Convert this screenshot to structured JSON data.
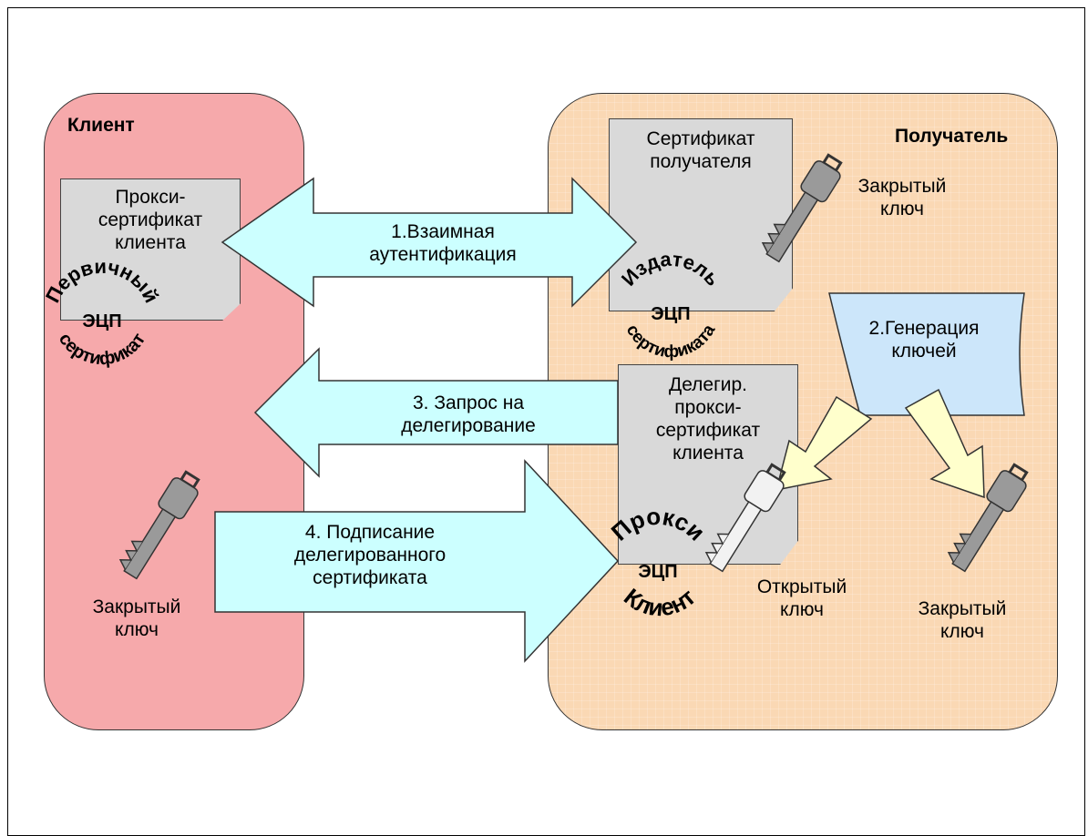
{
  "client": {
    "title": "Клиент",
    "proxy_cert_label": "Прокси-\nсертификат\nклиента",
    "seal": {
      "top": "Первичный",
      "middle": "ЭЦП",
      "bottom": "сертификат"
    },
    "private_key_label": "Закрытый\nключ"
  },
  "recipient": {
    "title": "Получатель",
    "cert_label": "Сертификат\nполучателя",
    "private_key_label_top": "Закрытый\nключ",
    "seal_issuer": {
      "top": "Издатель",
      "middle": "ЭЦП",
      "bottom": "сертификата"
    },
    "keygen_label": "2.Генерация\nключей",
    "delegated_cert_label": "Делегир.\nпрокси-\nсертификат\nклиента",
    "seal_proxy": {
      "top": "Прокси",
      "middle": "ЭЦП",
      "bottom": "Клиент"
    },
    "public_key_label": "Открытый\nключ",
    "private_key_label_bottom": "Закрытый\nключ"
  },
  "arrows": {
    "mutual_auth": "1.Взаимная\nаутентификация",
    "delegation_request": "3. Запрос на\nделегирование",
    "signing": "4. Подписание\nделегированного\nсертификата"
  },
  "colors": {
    "client_bg": "#f6a9ab",
    "recipient_bg": "#fad8b4",
    "arrow_fill": "#ccffff",
    "keygen_fill": "#cce6fa",
    "yellow_arrow": "#ffffcc",
    "doc_fill": "#d9d9d9",
    "key_fill": "#9a9a9a"
  }
}
